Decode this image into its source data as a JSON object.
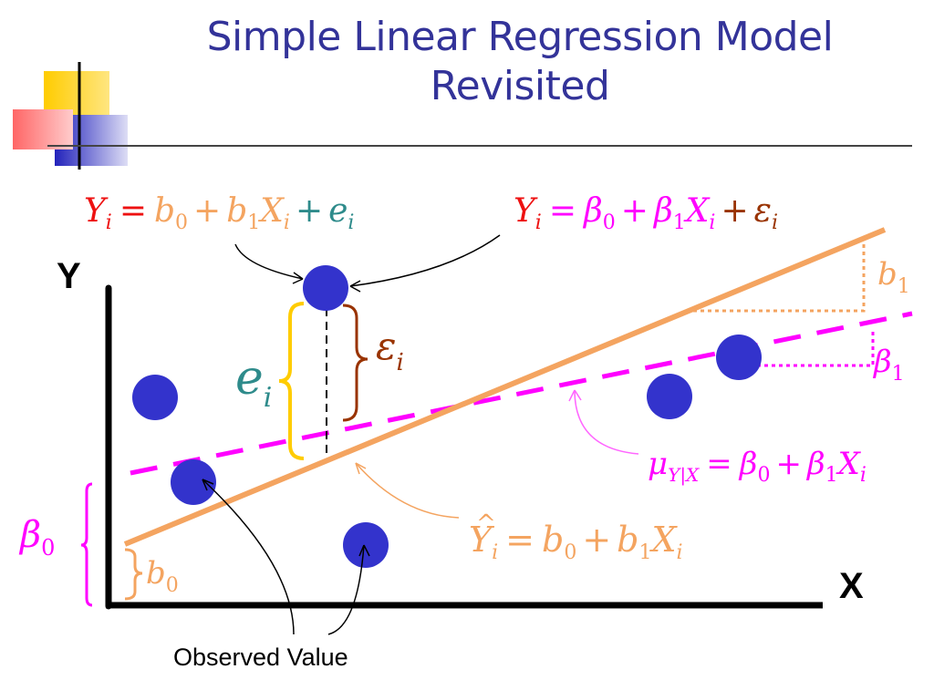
{
  "slide": {
    "title_line1": "Simple Linear Regression Model",
    "title_line2": "Revisited"
  },
  "axes": {
    "y_label": "Y",
    "x_label": "X"
  },
  "caption": "Observed Value",
  "equations": {
    "sample_point": {
      "Y": "Y",
      "i": "i",
      "eq": "=",
      "b": "b",
      "sub0": "0",
      "plus": "+",
      "sub1": "1",
      "X": "X",
      "e": "e"
    },
    "population_point": {
      "Y": "Y",
      "i": "i",
      "eq": "=",
      "beta": "β",
      "sub0": "0",
      "plus": "+",
      "sub1": "1",
      "X": "X",
      "eps": "ε"
    },
    "population_line": {
      "mu": "μ",
      "sub": "Y|X",
      "eq": "=",
      "beta": "β",
      "sub0": "0",
      "plus": "+",
      "sub1": "1",
      "X": "X",
      "i": "i"
    },
    "fitted_line": {
      "Y": "Y",
      "hat": "^",
      "i": "i",
      "eq": "=",
      "b": "b",
      "sub0": "0",
      "plus": "+",
      "sub1": "1",
      "X": "X"
    }
  },
  "labels": {
    "residual": {
      "e": "e",
      "i": "i"
    },
    "error": {
      "eps": "ε",
      "i": "i"
    },
    "slope_sample": {
      "b": "b",
      "sub": "1"
    },
    "slope_population": {
      "beta": "β",
      "sub": "1"
    },
    "intercept_sample": {
      "b": "b",
      "sub": "0"
    },
    "intercept_population": {
      "beta": "β",
      "sub": "0"
    }
  },
  "colors": {
    "title": "#333399",
    "points": "#3333CC",
    "sample_line": "#F4A460",
    "population_line": "#FF00FF",
    "residual_brace": "#FFCC00",
    "error_brace": "#993300",
    "equation_red": "#EE1111",
    "equation_orange": "#F4A460",
    "residual_teal": "#2E8B8B",
    "accent_blue": "#3333CC",
    "accent_yellow": "#FFCC00",
    "accent_red": "#FF3333"
  }
}
